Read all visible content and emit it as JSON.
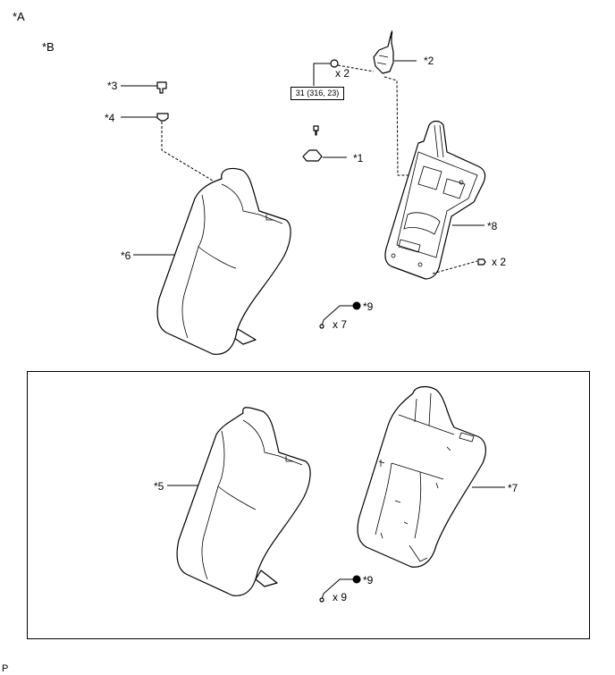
{
  "views": {
    "view_a": "*A",
    "view_b": "*B"
  },
  "parts": {
    "p1": "*1",
    "p2": "*2",
    "p3": "*3",
    "p4": "*4",
    "p5": "*5",
    "p6": "*6",
    "p7": "*7",
    "p8": "*8",
    "p9_top": "*9",
    "p9_bottom": "*9"
  },
  "quantities": {
    "nut_qty": "x 2",
    "screw_qty": "x 2",
    "clip_qty_top": "x 7",
    "clip_qty_bottom": "x 9"
  },
  "torque": {
    "spec": "31 (316, 23)"
  },
  "footer": {
    "code": "P"
  },
  "colors": {
    "line": "#000000",
    "background": "#ffffff"
  },
  "icons": {
    "non_reusable_part": "filled-circle-icon"
  }
}
